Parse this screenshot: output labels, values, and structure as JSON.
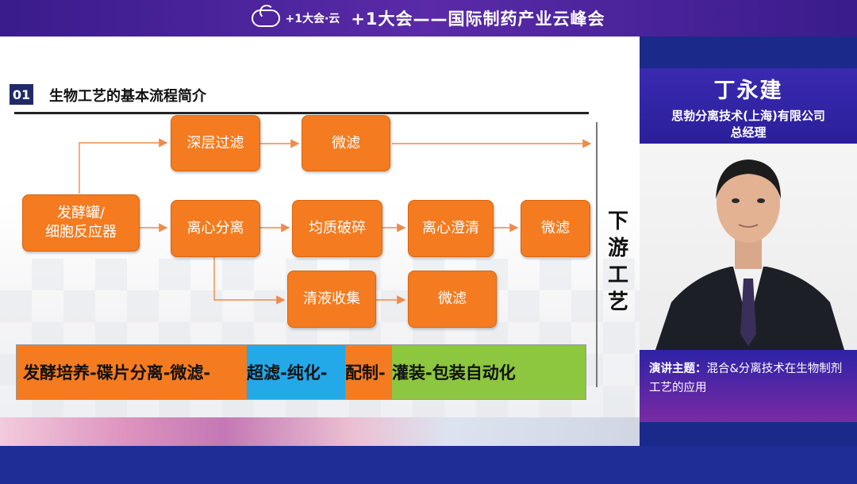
{
  "header": {
    "logo_text": "+1大会·云",
    "title": "+1大会——国际制药产业云峰会"
  },
  "slide": {
    "section_number": "01",
    "section_title": "生物工艺的基本流程简介",
    "side_label": "下\n游\n工\n艺",
    "nodes": {
      "fermenter": "发酵罐/\n细胞反应器",
      "depth_filter": "深层过滤",
      "microfilter_1": "微滤",
      "centrifuge": "离心分离",
      "homogenize": "均质破碎",
      "centrifuge_clarify": "离心澄清",
      "microfilter_2": "微滤",
      "clarified_collect": "清液收集",
      "microfilter_3": "微滤"
    },
    "pipeline": [
      {
        "label": "发酵培养-碟片分离-微滤-",
        "color": "#f47b20"
      },
      {
        "label": "超滤-纯化-",
        "color": "#23a8e8"
      },
      {
        "label": "配制-",
        "color": "#f47b20"
      },
      {
        "label": "灌装-包装自动化",
        "color": "#8dc63f"
      }
    ]
  },
  "speaker": {
    "name": "丁永建",
    "company": "思勃分离技术(上海)有限公司",
    "role": "总经理",
    "topic_label": "演讲主题：",
    "topic_text": "混合&分离技术在生物制剂工艺的应用"
  }
}
